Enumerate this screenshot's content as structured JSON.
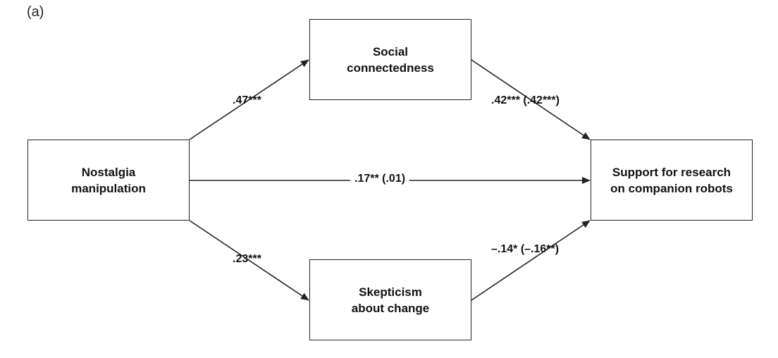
{
  "panel_label": "(a)",
  "nodes": {
    "nostalgia": [
      "Nostalgia",
      "manipulation"
    ],
    "social": [
      "Social",
      "connectedness"
    ],
    "skepticism": [
      "Skepticism",
      "about change"
    ],
    "support": [
      "Support for research",
      "on companion robots"
    ]
  },
  "paths": {
    "a1": ".47***",
    "b1": ".42*** (.42***)",
    "c": ".17** (.01)",
    "a2": ".23***",
    "b2": "–.14* (–.16**)"
  }
}
